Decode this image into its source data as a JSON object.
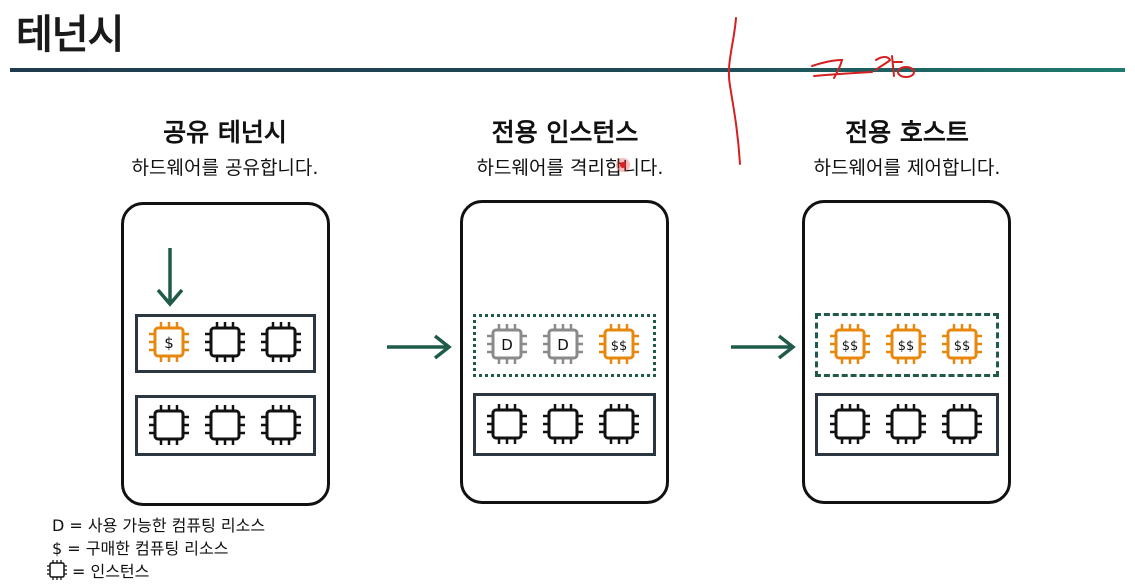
{
  "page_title": "테넌시",
  "columns": [
    {
      "title": "공유 테넌시",
      "subtitle": "하드웨어를 공유합니다.",
      "chips_top": [
        {
          "label": "$",
          "color": "#e8870e"
        },
        {
          "label": "",
          "color": "#111111"
        },
        {
          "label": "",
          "color": "#111111"
        }
      ],
      "chips_bottom": [
        {
          "label": "",
          "color": "#111111"
        },
        {
          "label": "",
          "color": "#111111"
        },
        {
          "label": "",
          "color": "#111111"
        }
      ]
    },
    {
      "title": "전용 인스턴스",
      "subtitle": "하드웨어를 격리합니다.",
      "chips_top": [
        {
          "label": "D",
          "color": "#8a8a8a"
        },
        {
          "label": "D",
          "color": "#8a8a8a"
        },
        {
          "label": "$$",
          "color": "#e8870e"
        }
      ],
      "chips_bottom": [
        {
          "label": "",
          "color": "#111111"
        },
        {
          "label": "",
          "color": "#111111"
        },
        {
          "label": "",
          "color": "#111111"
        }
      ]
    },
    {
      "title": "전용 호스트",
      "subtitle": "하드웨어를 제어합니다.",
      "chips_top": [
        {
          "label": "$$",
          "color": "#e8870e"
        },
        {
          "label": "$$",
          "color": "#e8870e"
        },
        {
          "label": "$$",
          "color": "#e8870e"
        }
      ],
      "chips_bottom": [
        {
          "label": "",
          "color": "#111111"
        },
        {
          "label": "",
          "color": "#111111"
        },
        {
          "label": "",
          "color": "#111111"
        }
      ]
    }
  ],
  "legend": {
    "d_line": "D = 사용 가능한 컴퓨팅 리소스",
    "dollar_line": "$ = 구매한 컴퓨팅 리소스",
    "chip_line": "= 인스턴스"
  },
  "colors": {
    "accent_green": "#1f5a4a",
    "orange": "#e8870e",
    "gray": "#8a8a8a",
    "annotation_red": "#d42020"
  }
}
